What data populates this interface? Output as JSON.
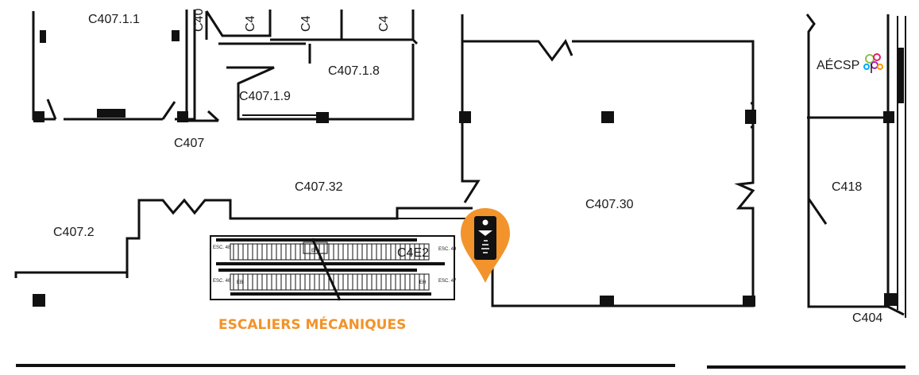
{
  "map": {
    "accent_color": "#f2932b",
    "wall_color": "#111111",
    "rooms": {
      "c407_1_1": "C407.1.1",
      "c40_partial": "C40",
      "c4_partial_a": "C4",
      "c4_partial_b": "C4",
      "c4_partial_c": "C4",
      "c407_1_8": "C407.1.8",
      "c407_1_9": "C407.1.9",
      "c407": "C407",
      "c407_32": "C407.32",
      "c407_30": "C407.30",
      "c407_2": "C407.2",
      "c418": "C418",
      "c404": "C404",
      "c4e2": "C4E2"
    },
    "escalator_tags": {
      "esc_48": "ESC. 48",
      "esc_49": "ESC. 49",
      "esc_46": "ESC. 46",
      "esc_47": "ESC. 47",
      "eb": "EB",
      "eh_upper": "EH",
      "eh_lower": "EH"
    },
    "logo": {
      "text": "AÉCSP",
      "icon": "tree-icon"
    },
    "marker": {
      "icon": "location-pin-icon",
      "inner_icon": "escalator-icon"
    },
    "highlight_label": "ESCALIERS MÉCANIQUES"
  }
}
